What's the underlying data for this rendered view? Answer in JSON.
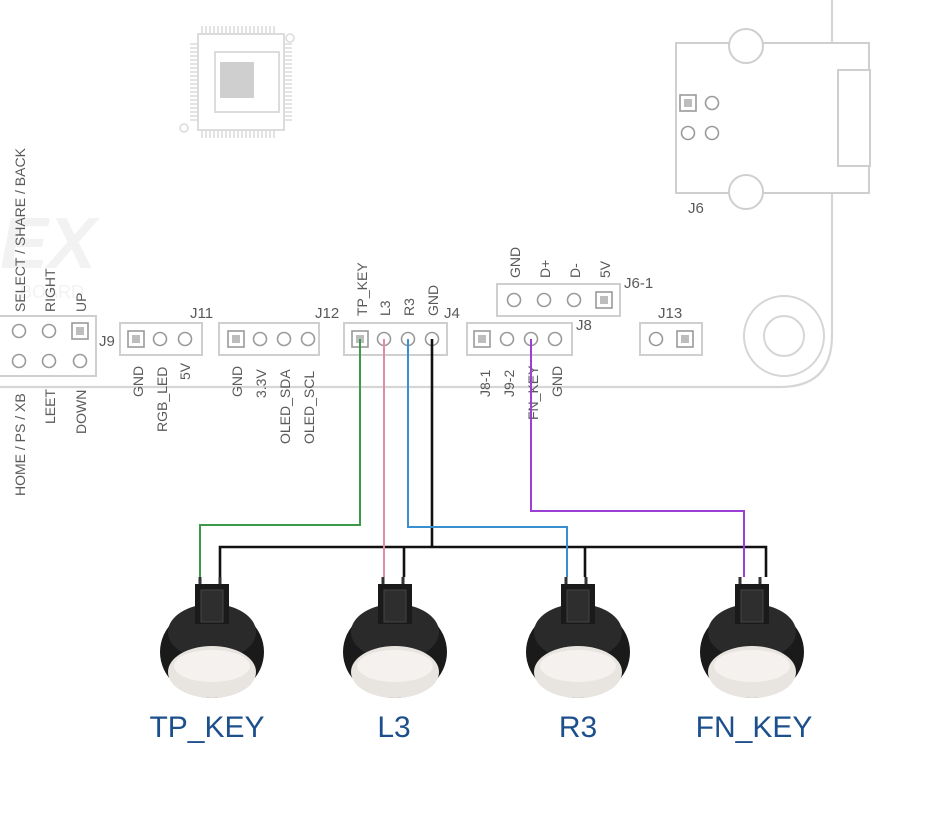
{
  "connectors": {
    "j9": {
      "name": "J9",
      "pins": [
        "SELECT / SHARE / BACK",
        "HOME / PS / XB",
        "RIGHT",
        "LEET",
        "UP",
        "DOWN"
      ]
    },
    "j11": {
      "name": "J11",
      "pins": [
        "GND",
        "RGB_LED",
        "5V"
      ]
    },
    "j12": {
      "name": "J12",
      "pins": [
        "GND",
        "3.3V",
        "OLED_SDA",
        "OLED_SCL"
      ]
    },
    "j4": {
      "name": "J4",
      "pins": [
        "TP_KEY",
        "L3",
        "R3",
        "GND"
      ]
    },
    "j8": {
      "name": "J8",
      "pins": [
        "J8-1",
        "J9-2",
        "FN_KEY",
        "GND"
      ]
    },
    "j6_1": {
      "name": "J6-1",
      "pins": [
        "GND",
        "D+",
        "D-",
        "5V"
      ]
    },
    "j6": {
      "name": "J6"
    },
    "j13": {
      "name": "J13"
    }
  },
  "buttons": [
    {
      "label": "TP_KEY",
      "wire_color": "#3a9a4a"
    },
    {
      "label": "L3",
      "wire_color": "#e58aa6"
    },
    {
      "label": "R3",
      "wire_color": "#3a8fd0"
    },
    {
      "label": "FN_KEY",
      "wire_color": "#9b3fd6"
    }
  ],
  "colors": {
    "gnd_wire": "#111111",
    "label_blue": "#1d4f8c",
    "silkscreen": "#5a5a5a",
    "outline": "#d6d6d6"
  }
}
